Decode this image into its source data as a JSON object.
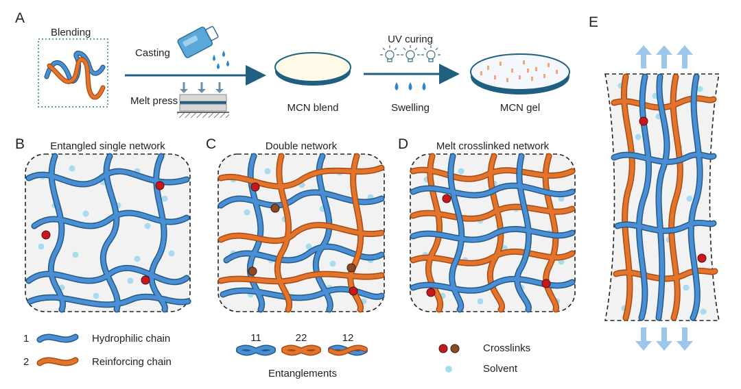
{
  "panels": {
    "a": "A",
    "b": "B",
    "c": "C",
    "d": "D",
    "e": "E"
  },
  "process": {
    "blending": "Blending",
    "casting": "Casting",
    "melt_press": "Melt press",
    "mcn_blend": "MCN blend",
    "uv_curing": "UV curing",
    "swelling": "Swelling",
    "mcn_gel": "MCN gel"
  },
  "networks": {
    "single": "Entangled single network",
    "double": "Double network",
    "melt": "Melt crosslinked network"
  },
  "legend": {
    "num1": "1",
    "num2": "2",
    "hydrophilic": "Hydrophilic chain",
    "reinforcing": "Reinforcing chain",
    "ent11": "11",
    "ent22": "22",
    "ent12": "12",
    "entanglements": "Entanglements",
    "crosslinks": "Crosslinks",
    "solvent": "Solvent"
  },
  "colors": {
    "hydrophilic": "#4a8fd6",
    "reinforcing": "#e2742c",
    "crosslink_red": "#c8171d",
    "crosslink_brown": "#8b4a24",
    "solvent": "#a7dcef",
    "arrow": "#1f5f80"
  }
}
